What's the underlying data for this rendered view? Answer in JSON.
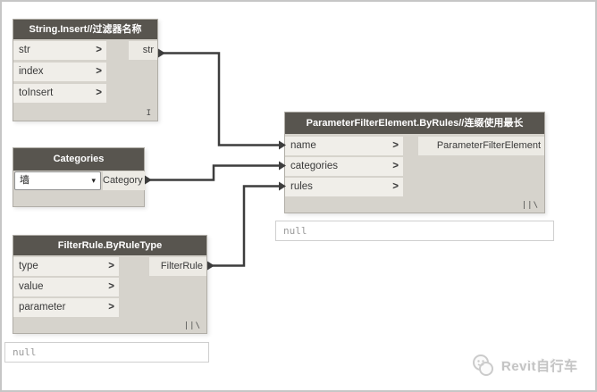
{
  "canvas": {
    "app": "Dynamo node graph",
    "background_color": "#ffffff",
    "frame_color": "#c6c6c6",
    "wire_color": "#3d3d3d",
    "node_header_color": "#58554f",
    "node_body_color": "#d6d3cc",
    "node_row_color": "#f0eee9"
  },
  "icons": {
    "port_chevron": ">",
    "dropdown_arrow": "▾"
  },
  "nodes": {
    "string_insert": {
      "title": "String.Insert//过滤器名称",
      "inputs": [
        "str",
        "index",
        "toInsert"
      ],
      "output": "str",
      "lacing": "I"
    },
    "categories": {
      "title": "Categories",
      "selected_value": "墙",
      "output": "Category"
    },
    "filter_rule": {
      "title": "FilterRule.ByRuleType",
      "inputs": [
        "type",
        "value",
        "parameter"
      ],
      "output": "FilterRule",
      "lacing": "||\\",
      "preview": "null"
    },
    "param_filter": {
      "title": "ParameterFilterElement.ByRules//连缀使用最长",
      "inputs": [
        "name",
        "categories",
        "rules"
      ],
      "output": "ParameterFilterElement",
      "lacing": "||\\",
      "preview": "null"
    }
  },
  "watermark": {
    "text": "Revit自行车"
  }
}
